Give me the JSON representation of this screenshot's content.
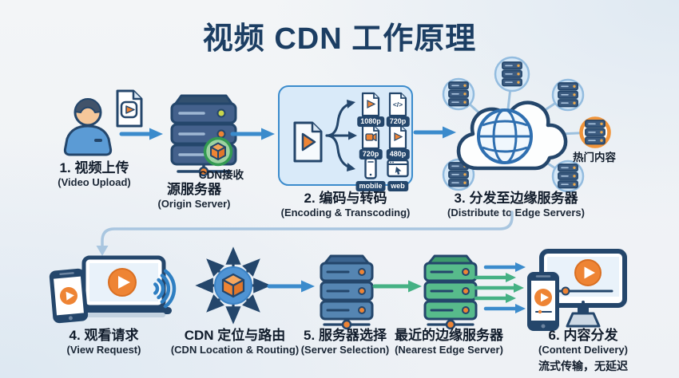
{
  "title": "视频 CDN 工作原理",
  "steps": {
    "upload": {
      "zh": "1. 视频上传",
      "en": "(Video Upload)"
    },
    "origin": {
      "zh": "源服务器",
      "en": "(Origin Server)",
      "badge": "CDN接收"
    },
    "encoding": {
      "zh": "2. 编码与转码",
      "en": "(Encoding & Transcoding)"
    },
    "distribute": {
      "zh": "3. 分发至边缘服务器",
      "en": "(Distribute to Edge Servers)",
      "hot": "热门内容"
    },
    "view": {
      "zh": "4. 观看请求",
      "en": "(View Request)"
    },
    "routing": {
      "zh": "CDN 定位与路由",
      "en": "(CDN Location & Routing)"
    },
    "selection": {
      "zh": "5. 服务器选择",
      "en": "(Server Selection)"
    },
    "nearest": {
      "zh": "最近的边缘服务器",
      "en": "(Nearest Edge Server)"
    },
    "delivery": {
      "zh": "6. 内容分发",
      "en": "(Content Delivery)",
      "note": "流式传输，无延迟"
    }
  },
  "encoding_outputs": [
    {
      "label": "1080p",
      "glyph": "play"
    },
    {
      "label": "720p",
      "glyph": "</>"
    },
    {
      "label": "720p",
      "glyph": "camera"
    },
    {
      "label": "480p",
      "glyph": "play"
    },
    {
      "label": "mobile",
      "glyph": "phone"
    },
    {
      "label": "web",
      "glyph": "browser"
    }
  ],
  "colors": {
    "navy": "#24466b",
    "blue": "#3b8bcc",
    "orange": "#ee8434",
    "green": "#45b184",
    "title": "#1c3e63"
  }
}
